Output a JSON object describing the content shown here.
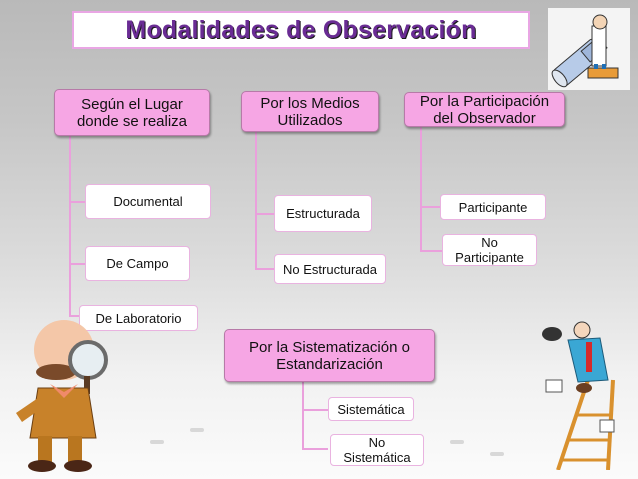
{
  "title": "Modalidades de Observación",
  "categories": [
    {
      "label_line1": "Según el Lugar",
      "label_line2": "donde se realiza",
      "items": [
        "Documental",
        "De Campo",
        "De Laboratorio"
      ]
    },
    {
      "label_line1": "Por los Medios",
      "label_line2": "Utilizados",
      "items": [
        "Estructurada",
        "No Estructurada"
      ]
    },
    {
      "label_line1": "Por la Participación",
      "label_line2": "del Observador",
      "items": [
        {
          "line1": "Participante"
        },
        {
          "line1": "No",
          "line2": "Participante"
        }
      ]
    },
    {
      "label_line1": "Por la Sistematización o",
      "label_line2": "Estandarización",
      "items": [
        {
          "line1": "Sistemática"
        },
        {
          "line1": "No",
          "line2": "Sistemática"
        }
      ]
    }
  ],
  "illustrations": {
    "top_right": "scientist-with-telescope",
    "bottom_left": "detective-with-magnifying-glass",
    "bottom_right": "man-on-ladder-with-binoculars"
  },
  "colors": {
    "title_text": "#6a2c94",
    "category_fill": "#f6a6e4",
    "connector": "#eaa0dc",
    "title_border": "#e9a6e4"
  }
}
